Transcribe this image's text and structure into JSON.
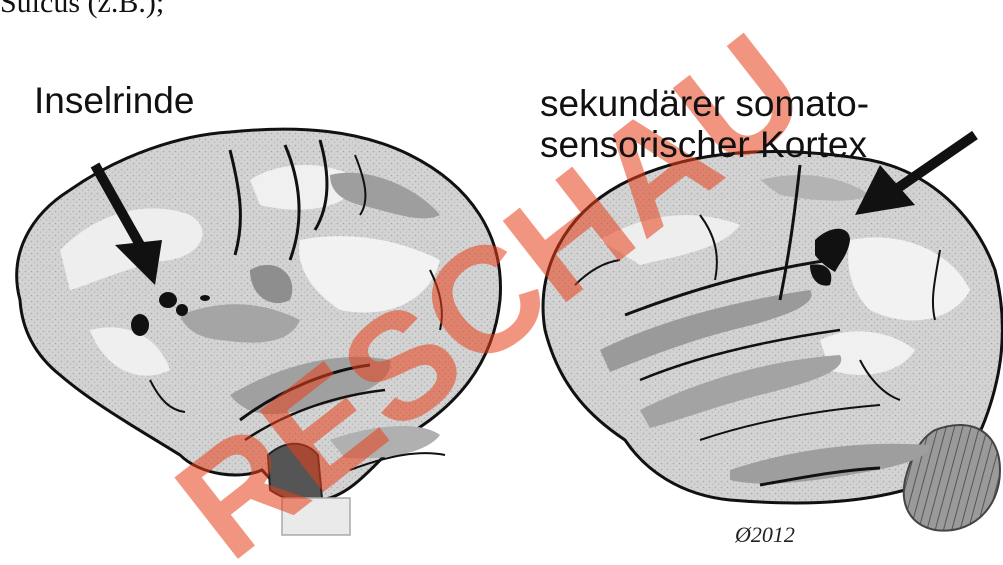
{
  "top_text": "Sulcus (z.B.);",
  "labels": {
    "left": "Inselrinde",
    "right_line1": "sekundärer somato-",
    "right_line2": "sensorischer Kortex"
  },
  "signature": "Ø2012",
  "watermark": "RESCHAU",
  "colors": {
    "cortex_light": "#e6e6e6",
    "cortex_mid": "#bfbfbf",
    "cortex_dark": "#8c8c8c",
    "outline": "#111111",
    "arrow": "#111111",
    "watermark": "#e8401a"
  }
}
